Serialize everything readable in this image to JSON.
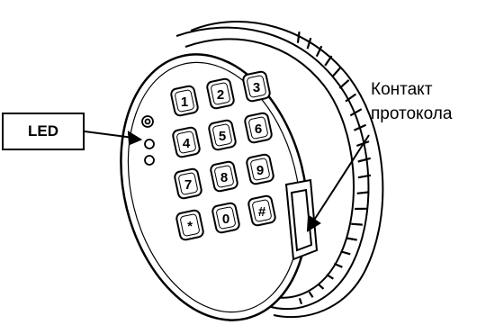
{
  "labels": {
    "led": "LED",
    "contact_line1": "Контакт",
    "contact_line2": "протокола"
  },
  "keypad": {
    "keys": [
      "1",
      "2",
      "3",
      "4",
      "5",
      "6",
      "7",
      "8",
      "9",
      "*",
      "0",
      "#"
    ]
  },
  "colors": {
    "line": "#000000",
    "background": "#ffffff"
  }
}
